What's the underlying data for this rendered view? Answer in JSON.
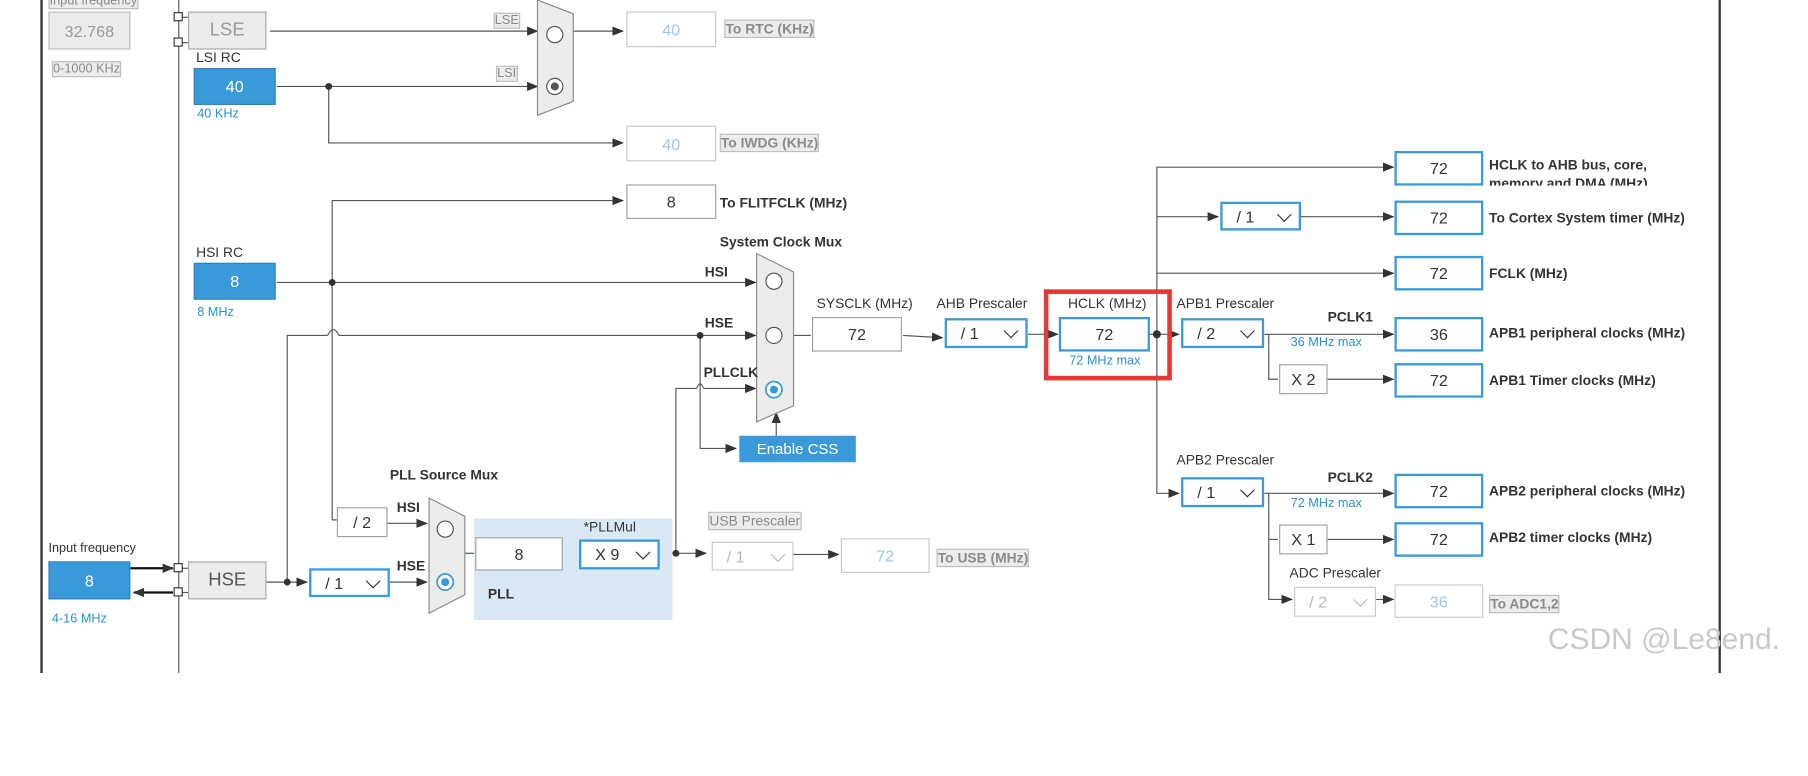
{
  "lse_input": {
    "caption": "Input frequency",
    "value": "32.768",
    "range": "0-1000 KHz"
  },
  "lse": {
    "label": "LSE"
  },
  "lsi_rc": {
    "title": "LSI RC",
    "value": "40",
    "freq": "40 KHz"
  },
  "rtc_mux": {
    "lse": "LSE",
    "lsi": "LSI"
  },
  "to_rtc": {
    "value": "40",
    "label": "To RTC (KHz)"
  },
  "to_iwdg": {
    "value": "40",
    "label": "To IWDG (KHz)"
  },
  "to_flitfclk": {
    "value": "8",
    "label": "To FLITFCLK (MHz)"
  },
  "hsi_rc": {
    "title": "HSI RC",
    "value": "8",
    "freq": "8 MHz"
  },
  "sys_mux": {
    "title": "System Clock Mux",
    "hsi": "HSI",
    "hse": "HSE",
    "pllclk": "PLLCLK"
  },
  "enable_css": "Enable CSS",
  "sysclk": {
    "label": "SYSCLK (MHz)",
    "value": "72"
  },
  "ahb": {
    "label": "AHB Prescaler",
    "value": "/ 1"
  },
  "hclk": {
    "label": "HCLK (MHz)",
    "value": "72",
    "max": "72 MHz max"
  },
  "apb1": {
    "label": "APB1 Prescaler",
    "value": "/ 2",
    "pclk": "PCLK1",
    "max": "36 MHz max",
    "timer_mult": "X 2"
  },
  "apb2": {
    "label": "APB2 Prescaler",
    "value": "/ 1",
    "pclk": "PCLK2",
    "max": "72 MHz max",
    "timer_mult": "X 1"
  },
  "adc": {
    "label": "ADC Prescaler",
    "value": "/ 2"
  },
  "cortex_div": "/ 1",
  "outputs": {
    "hclk_ahb": {
      "value": "72",
      "label": "HCLK to AHB bus, core,",
      "label2": "memory and DMA (MHz)"
    },
    "cortex": {
      "value": "72",
      "label": "To Cortex System timer (MHz)"
    },
    "fclk": {
      "value": "72",
      "label": "FCLK (MHz)"
    },
    "apb1_periph": {
      "value": "36",
      "label": "APB1 peripheral clocks (MHz)"
    },
    "apb1_timer": {
      "value": "72",
      "label": "APB1 Timer clocks (MHz)"
    },
    "apb2_periph": {
      "value": "72",
      "label": "APB2 peripheral clocks (MHz)"
    },
    "apb2_timer": {
      "value": "72",
      "label": "APB2 timer clocks (MHz)"
    },
    "adc": {
      "value": "36",
      "label": "To ADC1,2"
    }
  },
  "pll_src_mux": {
    "title": "PLL Source Mux",
    "hsi": "HSI",
    "hse": "HSE",
    "hsi_div": "/ 2"
  },
  "pll": {
    "label": "PLL",
    "value": "8",
    "mul_label": "*PLLMul",
    "mul": "X 9"
  },
  "usb": {
    "label": "USB Prescaler",
    "div": "/ 1",
    "value": "72",
    "out": "To USB (MHz)"
  },
  "hse_input": {
    "caption": "Input frequency",
    "value": "8",
    "range": "4-16 MHz"
  },
  "hse": {
    "label": "HSE",
    "prediv": "/ 1"
  },
  "watermark": "CSDN @Le8end."
}
